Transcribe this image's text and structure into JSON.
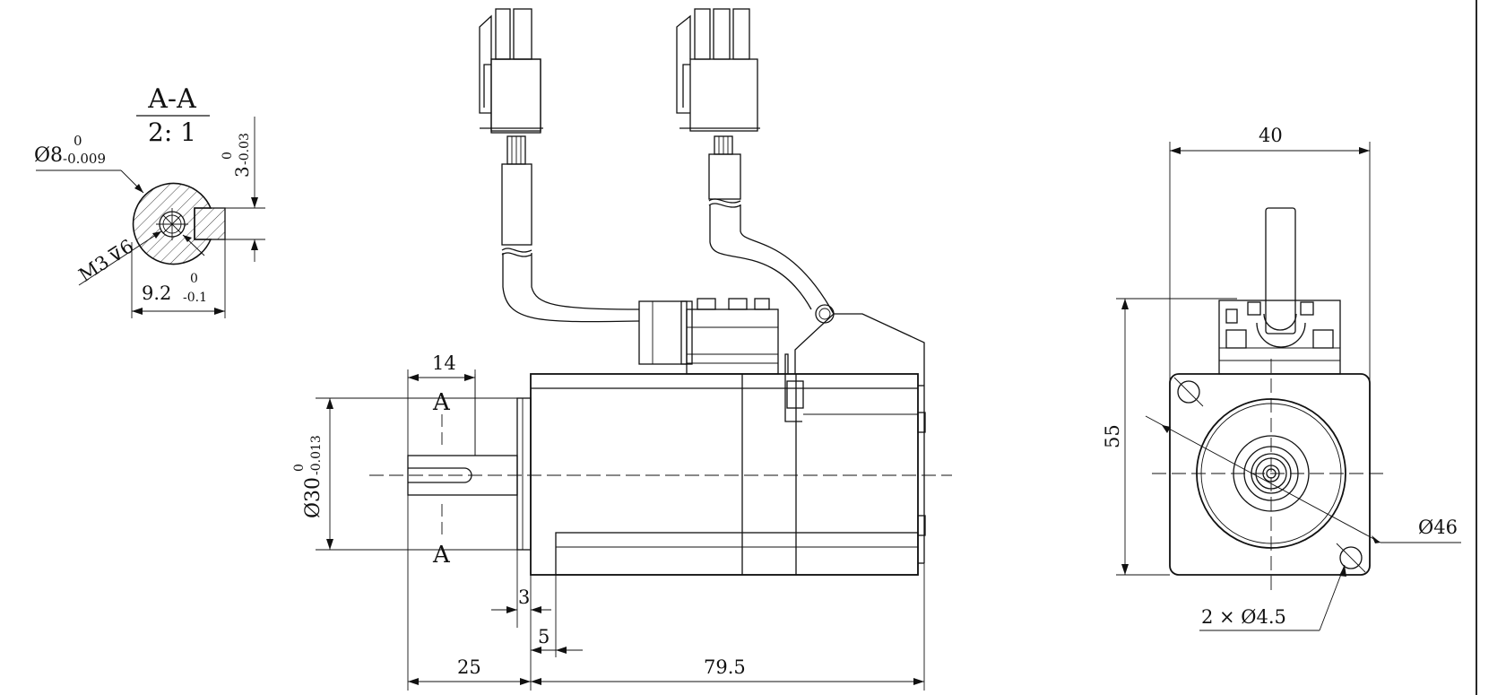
{
  "section_view": {
    "title": "A-A",
    "scale": "2: 1",
    "shaft_dia": "Ø8",
    "shaft_dia_upper": "0",
    "shaft_dia_lower": "-0.009",
    "flat_depth": "3",
    "flat_depth_upper": "0",
    "flat_depth_lower": "-0.03",
    "thread": "M3",
    "thread_depth": "6",
    "flat_width": "9.2",
    "flat_width_upper": "0",
    "flat_width_lower": "-0.1"
  },
  "side_view": {
    "shaft_length": "14",
    "section_mark_top": "A",
    "section_mark_bottom": "A",
    "pilot_dia": "Ø30",
    "pilot_dia_upper": "0",
    "pilot_dia_lower": "-0.013",
    "flange_thickness": "3",
    "pilot_offset": "5",
    "shaft_total": "25",
    "body_length": "79.5"
  },
  "front_view": {
    "width": "40",
    "height": "55",
    "bolt_circle": "Ø46",
    "mount_holes": "2 × Ø4.5"
  }
}
